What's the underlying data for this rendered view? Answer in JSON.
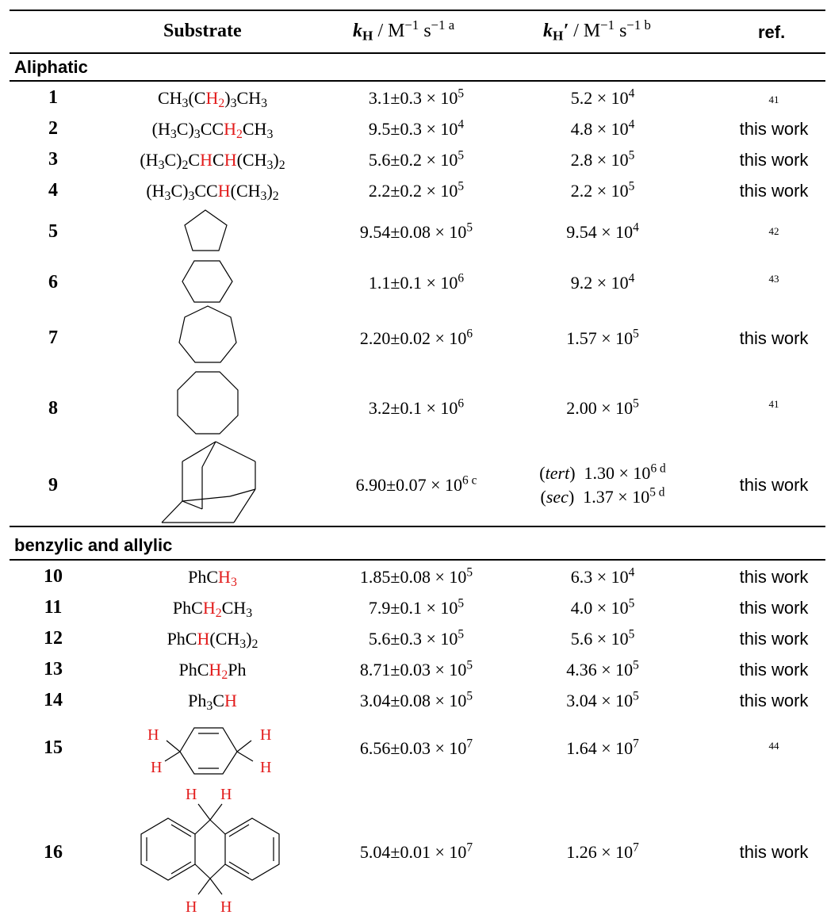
{
  "headers": {
    "substrate": "Substrate",
    "kH_symbol": "k",
    "kH_sub": "H",
    "kH_units": " / M",
    "kH_exp1": "−1",
    "kH_s": " s",
    "kH_exp2": "−1 a",
    "kHp_symbol": "k",
    "kHp_sub": "H",
    "kHp_prime": "′",
    "kHp_units": " / M",
    "kHp_exp1": "−1",
    "kHp_s": " s",
    "kHp_exp2": "−1 b",
    "ref": "ref."
  },
  "sections": {
    "aliphatic": "Aliphatic",
    "benzylic": "benzylic and allylic"
  },
  "rows": [
    {
      "num": "1",
      "kH": "3.1±0.3 × 10",
      "kH_exp": "5",
      "kHp": "5.2 × 10",
      "kHp_exp": "4",
      "ref": "41"
    },
    {
      "num": "2",
      "kH": "9.5±0.3 × 10",
      "kH_exp": "4",
      "kHp": "4.8 × 10",
      "kHp_exp": "4",
      "ref": "this work"
    },
    {
      "num": "3",
      "kH": "5.6±0.2 × 10",
      "kH_exp": "5",
      "kHp": "2.8 × 10",
      "kHp_exp": "5",
      "ref": "this work"
    },
    {
      "num": "4",
      "kH": "2.2±0.2 × 10",
      "kH_exp": "5",
      "kHp": "2.2 × 10",
      "kHp_exp": "5",
      "ref": "this work"
    },
    {
      "num": "5",
      "kH": "9.54±0.08 × 10",
      "kH_exp": "5",
      "kHp": "9.54 × 10",
      "kHp_exp": "4",
      "ref": "42"
    },
    {
      "num": "6",
      "kH": "1.1±0.1 × 10",
      "kH_exp": "6",
      "kHp": "9.2 × 10",
      "kHp_exp": "4",
      "ref": "43"
    },
    {
      "num": "7",
      "kH": "2.20±0.02 × 10",
      "kH_exp": "6",
      "kHp": "1.57 × 10",
      "kHp_exp": "5",
      "ref": "this work"
    },
    {
      "num": "8",
      "kH": "3.2±0.1 × 10",
      "kH_exp": "6",
      "kHp": "2.00 × 10",
      "kHp_exp": "5",
      "ref": "41"
    },
    {
      "num": "9",
      "kH": "6.90±0.07 × 10",
      "kH_exp": "6 c",
      "kHp_tert_label": "tert",
      "kHp_tert": "1.30 × 10",
      "kHp_tert_exp": "6 d",
      "kHp_sec_label": "sec",
      "kHp_sec": "1.37 × 10",
      "kHp_sec_exp": "5 d",
      "ref": "this work"
    },
    {
      "num": "10",
      "kH": "1.85±0.08 × 10",
      "kH_exp": "5",
      "kHp": "6.3 × 10",
      "kHp_exp": "4",
      "ref": "this work"
    },
    {
      "num": "11",
      "kH": "7.9±0.1 × 10",
      "kH_exp": "5",
      "kHp": "4.0 × 10",
      "kHp_exp": "5",
      "ref": "this work"
    },
    {
      "num": "12",
      "kH": "5.6±0.3 × 10",
      "kH_exp": "5",
      "kHp": "5.6 × 10",
      "kHp_exp": "5",
      "ref": "this work"
    },
    {
      "num": "13",
      "kH": "8.71±0.03 × 10",
      "kH_exp": "5",
      "kHp": "4.36 × 10",
      "kHp_exp": "5",
      "ref": "this work"
    },
    {
      "num": "14",
      "kH": "3.04±0.08 × 10",
      "kH_exp": "5",
      "kHp": "3.04 × 10",
      "kHp_exp": "5",
      "ref": "this work"
    },
    {
      "num": "15",
      "kH": "6.56±0.03 × 10",
      "kH_exp": "7",
      "kHp": "1.64 × 10",
      "kHp_exp": "7",
      "ref": "44"
    },
    {
      "num": "16",
      "kH": "5.04±0.01 × 10",
      "kH_exp": "7",
      "kHp": "1.26 × 10",
      "kHp_exp": "7",
      "ref": "this work"
    }
  ],
  "formulas": {
    "f1": {
      "a": "CH",
      "a_sub": "3",
      "b": "(C",
      "h": "H",
      "h_sub": "2",
      "c": ")",
      "c_sub": "3",
      "d": "CH",
      "d_sub": "3"
    },
    "f2": {
      "a": "(H",
      "a_sub": "3",
      "b": "C)",
      "b_sub": "3",
      "c": "CC",
      "h": "H",
      "h_sub": "2",
      "d": "CH",
      "d_sub": "3"
    },
    "f3": {
      "a": "(H",
      "a_sub": "3",
      "b": "C)",
      "b_sub": "2",
      "c": "C",
      "h1": "H",
      "d": "C",
      "h2": "H",
      "e": "(CH",
      "e_sub": "3",
      "f": ")",
      "f_sub": "2"
    },
    "f4": {
      "a": "(H",
      "a_sub": "3",
      "b": "C)",
      "b_sub": "3",
      "c": "CC",
      "h": "H",
      "d": "(CH",
      "d_sub": "3",
      "e": ")",
      "e_sub": "2"
    },
    "f10": {
      "a": "PhC",
      "h": "H",
      "h_sub": "3"
    },
    "f11": {
      "a": "PhC",
      "h": "H",
      "h_sub": "2",
      "b": "CH",
      "b_sub": "3"
    },
    "f12": {
      "a": "PhC",
      "h": "H",
      "b": "(CH",
      "b_sub": "3",
      "c": ")",
      "c_sub": "2"
    },
    "f13": {
      "a": "PhC",
      "h": "H",
      "h_sub": "2",
      "b": "Ph"
    },
    "f14": {
      "a": "Ph",
      "a_sub": "3",
      "b": "C",
      "h": "H"
    }
  },
  "structure_labels": {
    "h": "H"
  },
  "colors": {
    "highlight": "#e21b1b",
    "text": "#000000"
  }
}
